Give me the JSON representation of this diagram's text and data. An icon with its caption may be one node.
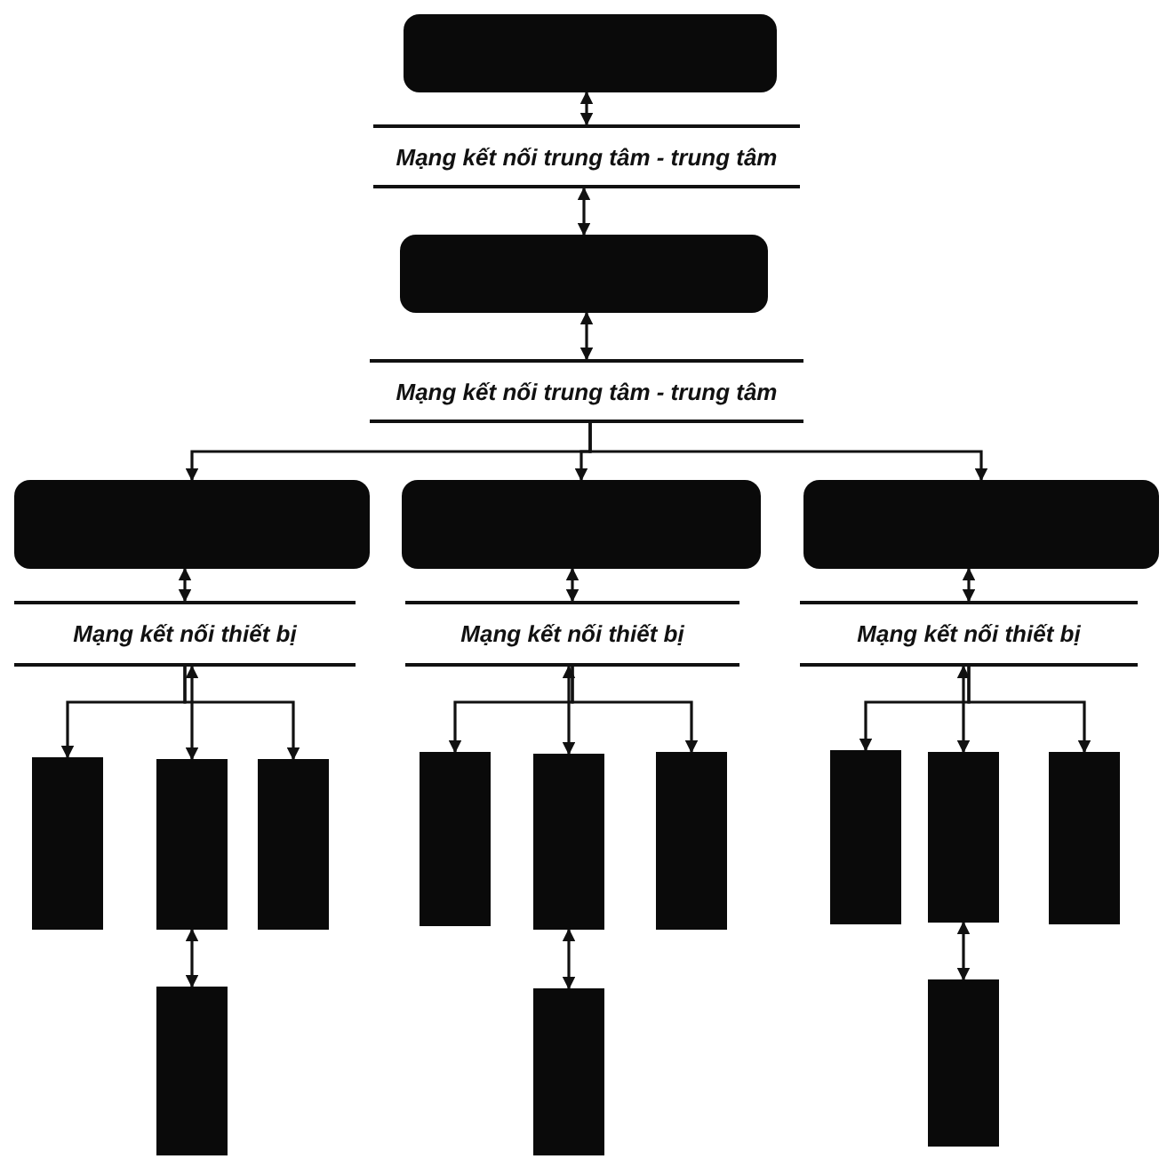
{
  "diagram": {
    "nodes": [
      {
        "text": [],
        "shape": "box"
      },
      {
        "text": [
          "Mạng kết nối trung tâm - trung tâm"
        ]
      },
      {
        "text": [],
        "shape": "box"
      },
      {
        "text": [
          "Mạng kết nối trung tâm - trung tâm"
        ]
      },
      {
        "text": [],
        "shape": "box"
      },
      {
        "text": [],
        "shape": "box"
      },
      {
        "text": [],
        "shape": "box"
      },
      {
        "text": [
          "Mạng kết nối thiết bị"
        ]
      },
      {
        "text": [
          "Mạng kết nối thiết bị"
        ]
      },
      {
        "text": [
          "Mạng kết nối thiết bị"
        ]
      },
      {
        "text": [],
        "shape": "box"
      },
      {
        "text": [],
        "shape": "box"
      },
      {
        "text": [],
        "shape": "box"
      },
      {
        "text": [],
        "shape": "box"
      },
      {
        "text": [],
        "shape": "box"
      },
      {
        "text": [],
        "shape": "box"
      },
      {
        "text": [],
        "shape": "box"
      },
      {
        "text": [],
        "shape": "box"
      },
      {
        "text": [],
        "shape": "box"
      },
      {
        "text": [],
        "shape": "box"
      },
      {
        "text": [],
        "shape": "box"
      },
      {
        "text": [],
        "shape": "box"
      }
    ],
    "edges": [
      {
        "from": 0,
        "to": 1,
        "arrow": "both"
      },
      {
        "from": 1,
        "to": 2,
        "arrow": "both"
      },
      {
        "from": 2,
        "to": 3,
        "arrow": "both"
      },
      {
        "from": 3,
        "to": 4,
        "arrow": "to"
      },
      {
        "from": 3,
        "to": 5,
        "arrow": "to"
      },
      {
        "from": 3,
        "to": 6,
        "arrow": "to"
      },
      {
        "from": 4,
        "to": 7,
        "arrow": "both"
      },
      {
        "from": 5,
        "to": 8,
        "arrow": "both"
      },
      {
        "from": 6,
        "to": 9,
        "arrow": "both"
      },
      {
        "from": 7,
        "to": 10,
        "arrow": "to"
      },
      {
        "from": 7,
        "to": 11,
        "arrow": "both"
      },
      {
        "from": 7,
        "to": 12,
        "arrow": "to"
      },
      {
        "from": 8,
        "to": 13,
        "arrow": "to"
      },
      {
        "from": 8,
        "to": 14,
        "arrow": "both"
      },
      {
        "from": 8,
        "to": 15,
        "arrow": "to"
      },
      {
        "from": 9,
        "to": 16,
        "arrow": "to"
      },
      {
        "from": 9,
        "to": 17,
        "arrow": "both"
      },
      {
        "from": 9,
        "to": 18,
        "arrow": "to"
      },
      {
        "from": 11,
        "to": 19,
        "arrow": "both"
      },
      {
        "from": 14,
        "to": 20,
        "arrow": "both"
      },
      {
        "from": 17,
        "to": 21,
        "arrow": "both"
      }
    ]
  }
}
